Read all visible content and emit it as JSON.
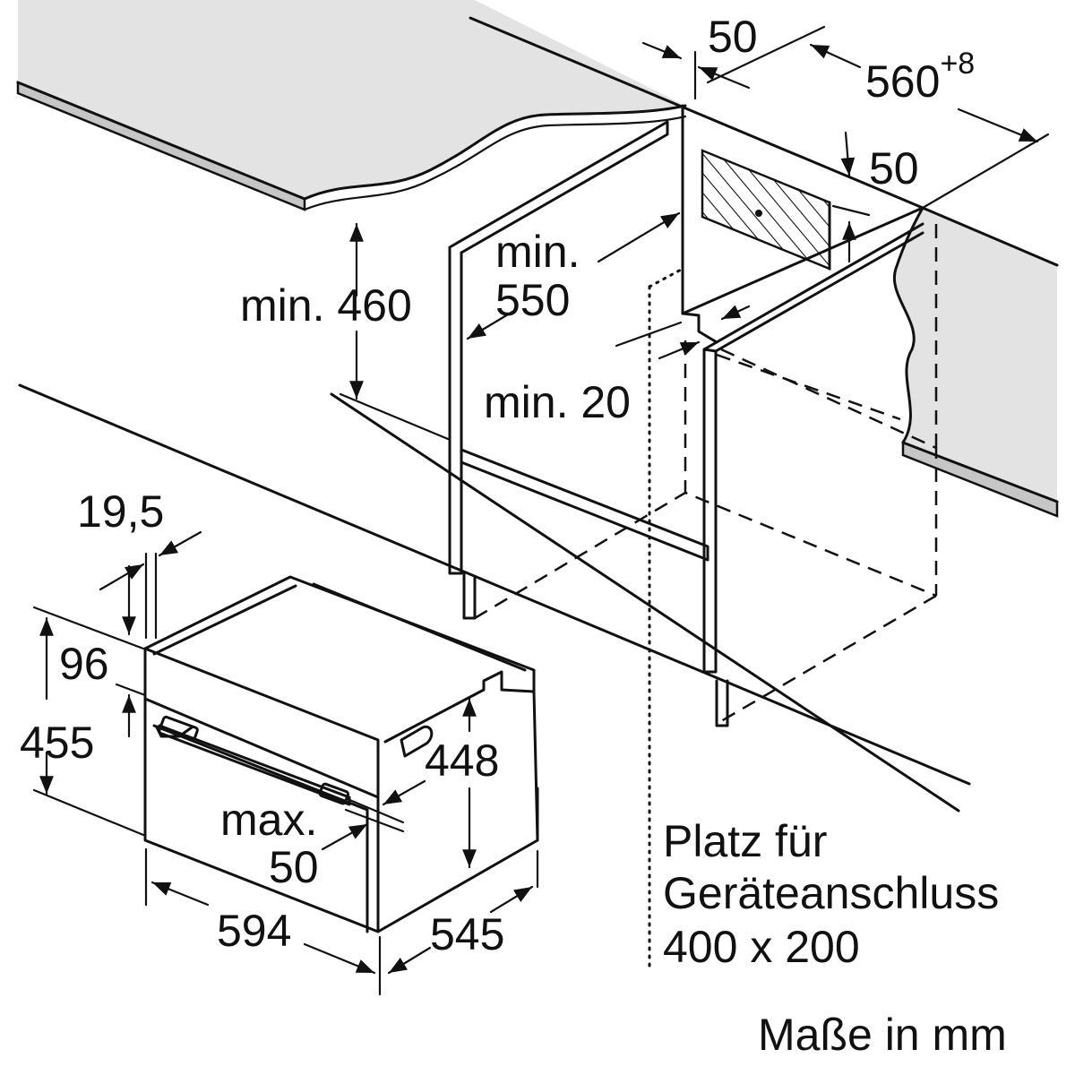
{
  "labels": {
    "dim_50_top": "50",
    "dim_560": "560",
    "dim_560_sup": "+8",
    "dim_50_right": "50",
    "dim_min": "min.",
    "dim_550": "550",
    "dim_min_460": "min. 460",
    "dim_min_20": "min. 20",
    "dim_19_5": "19,5",
    "dim_96": "96",
    "dim_455": "455",
    "dim_448": "448",
    "dim_max": "max.",
    "dim_50_handle": "50",
    "dim_594": "594",
    "dim_545": "545",
    "platz_line1": "Platz für",
    "platz_line2": "Geräteanschluss",
    "platz_line3": "400 x 200",
    "units_note": "Maße in mm"
  },
  "colors": {
    "countertop": "#e3e3e3",
    "countertop_edge": "#c6c6c6",
    "hatch": "#111111",
    "line": "#111111"
  }
}
